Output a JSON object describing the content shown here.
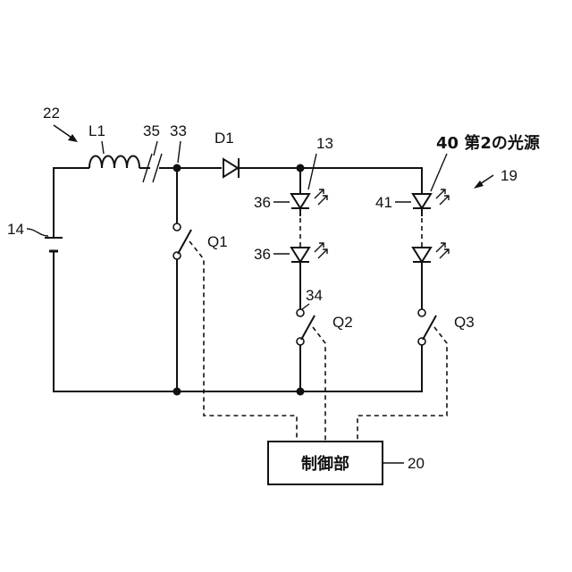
{
  "labels": {
    "ref_22": "22",
    "inductor": "L1",
    "ref_35": "35",
    "ref_33": "33",
    "diode": "D1",
    "ref_13": "13",
    "second_source": "40 第2の光源",
    "ref_19": "19",
    "battery": "14",
    "led_36_upper": "36",
    "led_36_lower": "36",
    "led_41": "41",
    "switch_q1": "Q1",
    "switch_q2": "Q2",
    "switch_q3": "Q3",
    "ref_34": "34",
    "controller": "制御部",
    "ref_20": "20"
  }
}
